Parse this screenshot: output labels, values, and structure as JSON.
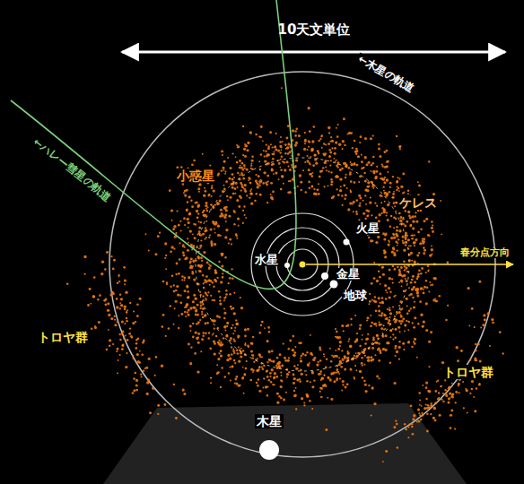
{
  "diagram": {
    "labels": [
      "10天文単位",
      "←木星の軌道",
      "←ハレー彗星の軌道",
      "小惑星",
      "ケレス",
      "火星",
      "水星",
      "金星",
      "春分点方向",
      "地球",
      "トロヤ群",
      "トロヤ群",
      "木星"
    ]
  }
}
